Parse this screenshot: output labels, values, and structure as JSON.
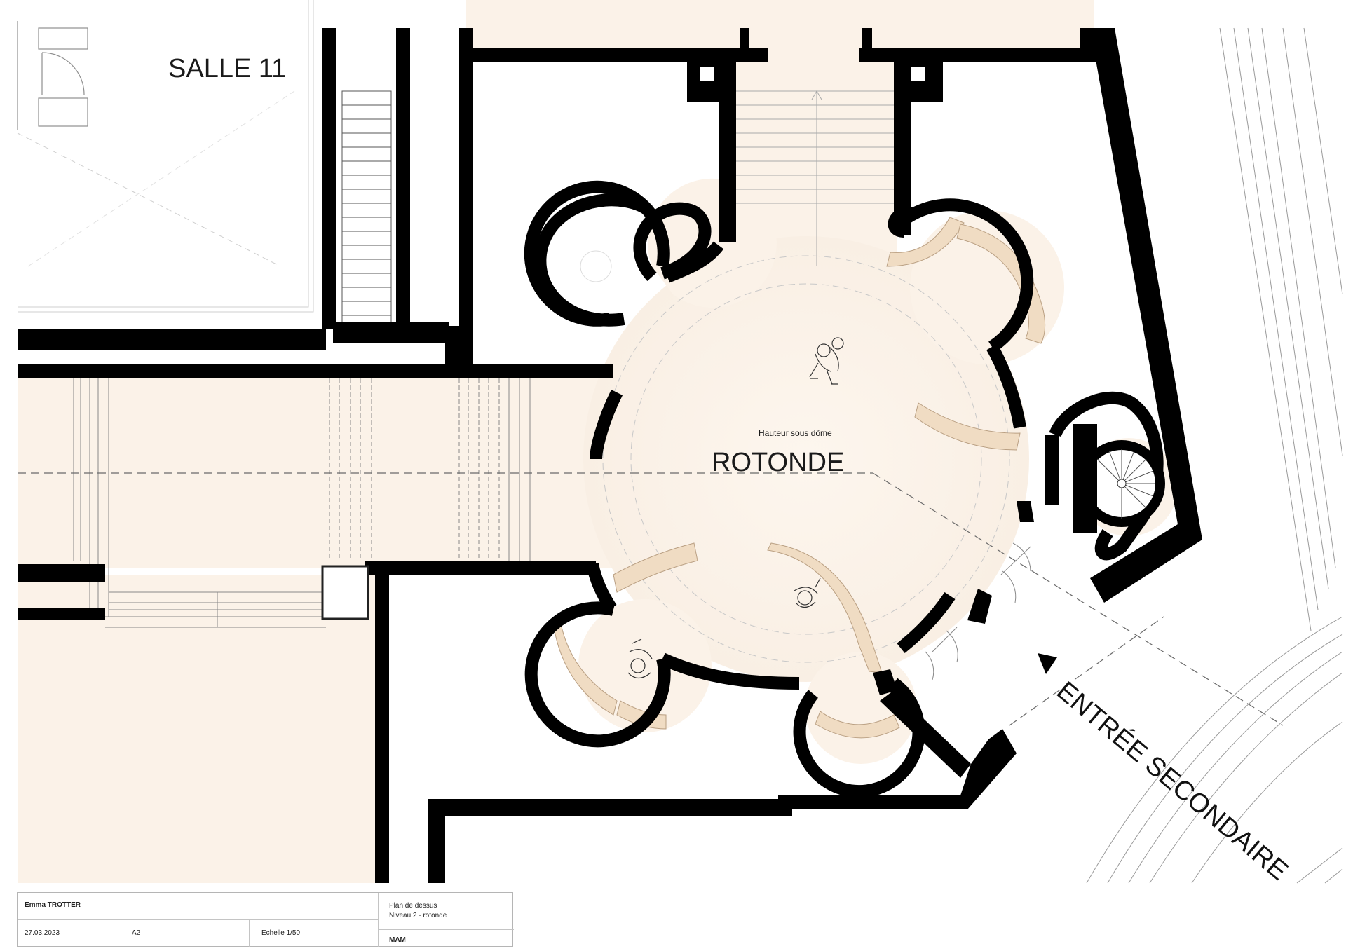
{
  "plan": {
    "room_label_salle": "SALLE 11",
    "room_label_rotonde": "ROTONDE",
    "dome_note": "Hauteur sous dôme",
    "entrance_label": "ENTRÉE SECONDAIRE",
    "colors": {
      "wall": "#000000",
      "floor": "#fbf3ea",
      "bench": "#f0dcc3",
      "guide": "#8a8a8a"
    }
  },
  "title_block": {
    "author": "Emma TROTTER",
    "date": "27.03.2023",
    "format": "A2",
    "scale": "Echelle 1/50",
    "plan_type": "Plan de dessus",
    "level": "Niveau 2 - rotonde",
    "project": "MAM"
  }
}
